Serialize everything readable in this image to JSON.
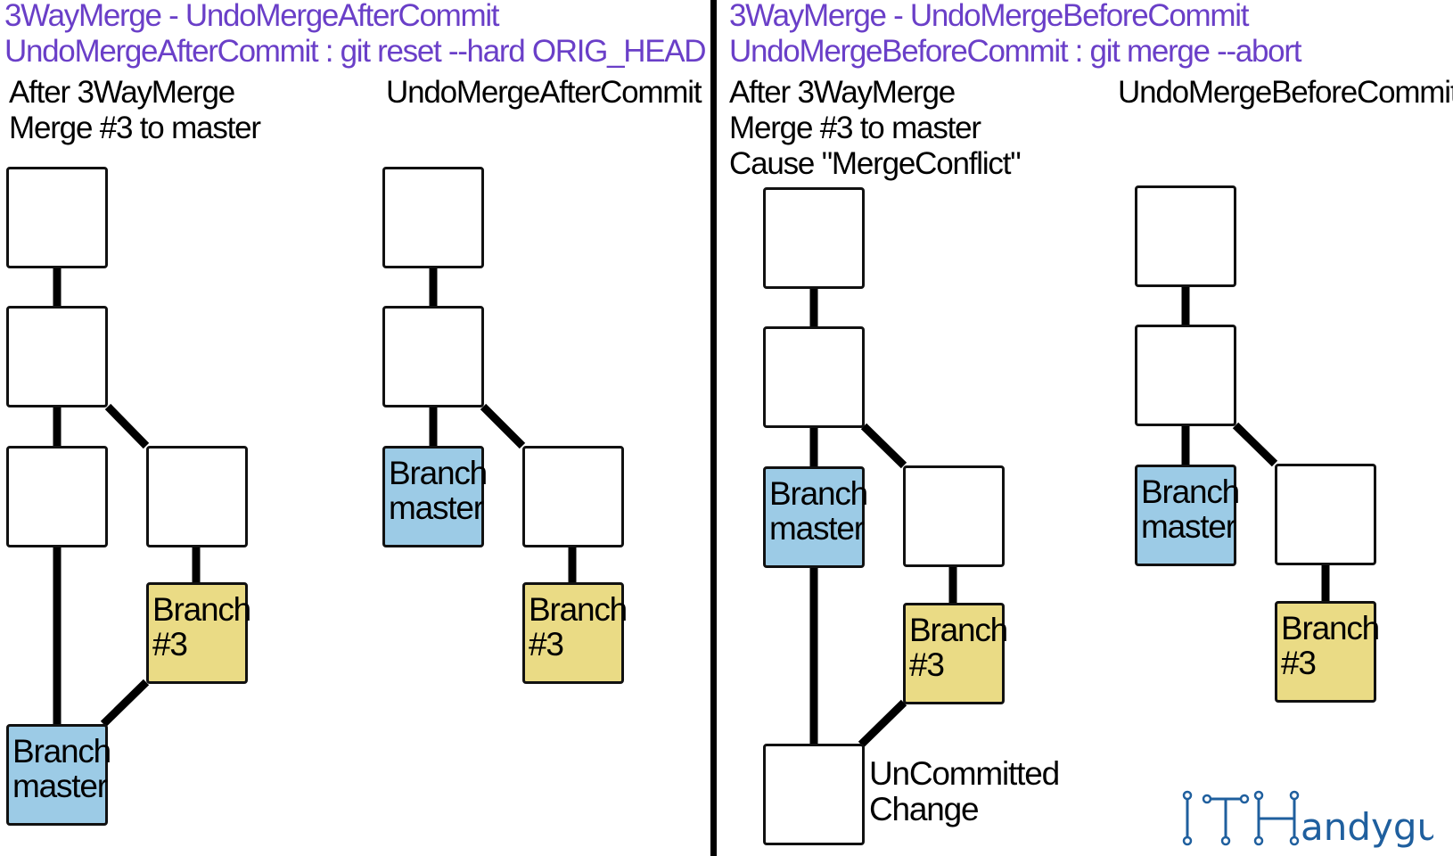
{
  "left_panel": {
    "title_line1": "3WayMerge - UndoMergeAfterCommit",
    "title_line2": "UndoMergeAfterCommit : git reset --hard ORIG_HEAD",
    "before_caption_line1": "After 3WayMerge",
    "before_caption_line2": "Merge #3 to master",
    "after_caption": "UndoMergeAfterCommit",
    "before_graph": {
      "master_label": "Branch\nmaster",
      "feature_label": "Branch\n#3"
    },
    "after_graph": {
      "master_label": "Branch\nmaster",
      "feature_label": "Branch\n#3"
    }
  },
  "right_panel": {
    "title_line1": "3WayMerge - UndoMergeBeforeCommit",
    "title_line2": "UndoMergeBeforeCommit : git merge --abort",
    "before_caption_line1": "After 3WayMerge",
    "before_caption_line2": "Merge #3 to master",
    "before_caption_line3": "Cause \"MergeConflict\"",
    "after_caption": "UndoMergeBeforeCommit",
    "before_graph": {
      "master_label": "Branch\nmaster",
      "feature_label": "Branch\n#3",
      "uncommitted_line1": "UnCommitted",
      "uncommitted_line2": "Change"
    },
    "after_graph": {
      "master_label": "Branch\nmaster",
      "feature_label": "Branch\n#3"
    }
  },
  "logo": {
    "text": "ITHandyguy",
    "color": "#1f5f9e"
  },
  "colors": {
    "title": "#6a3fc8",
    "master_branch": "#9ccbe6",
    "feature_branch": "#eadb85",
    "divider": "#000000"
  }
}
